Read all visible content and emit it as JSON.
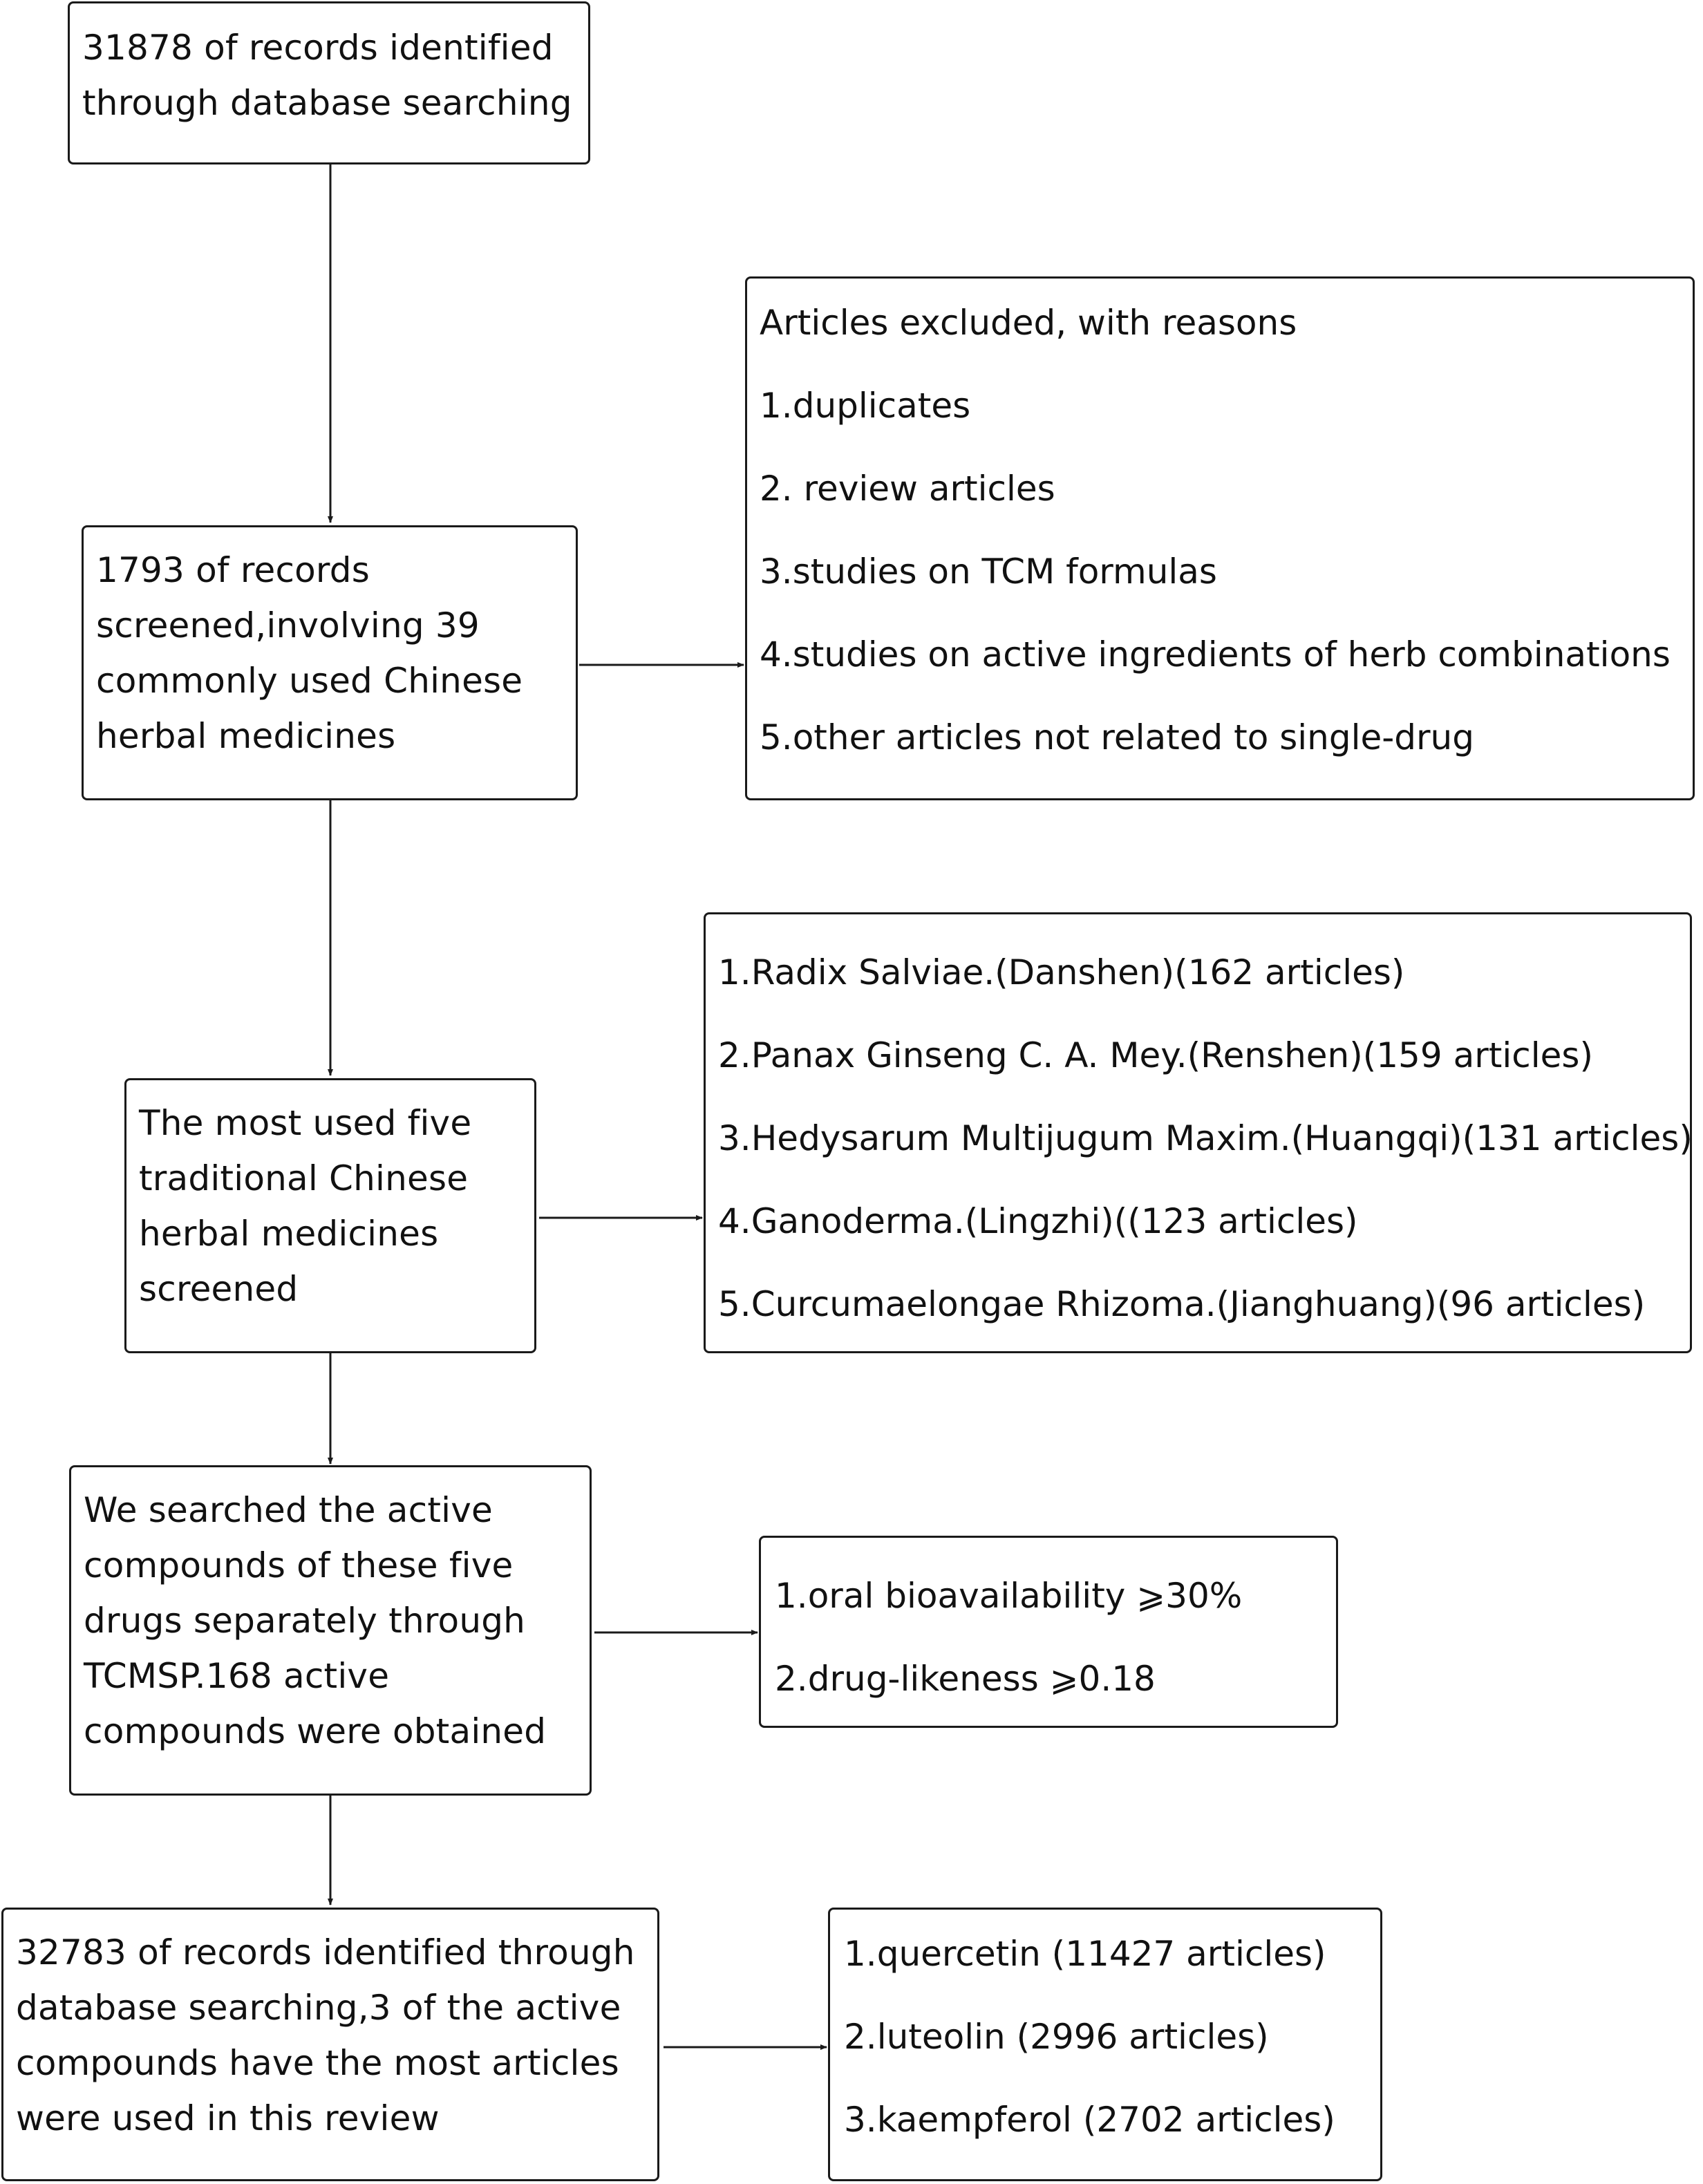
{
  "flowchart": {
    "step1": {
      "lines": [
        "31878 of records identified",
        "through database searching"
      ]
    },
    "step2": {
      "lines": [
        "1793 of records",
        "screened,involving 39",
        "commonly used Chinese",
        "herbal medicines"
      ]
    },
    "step3": {
      "lines": [
        "The most used five",
        "traditional Chinese",
        "herbal medicines",
        "screened"
      ]
    },
    "step4": {
      "lines": [
        "We searched the active",
        "compounds of these five",
        "drugs separately through",
        "TCMSP.168 active",
        "compounds were obtained"
      ]
    },
    "step5": {
      "lines": [
        "32783 of records identified through",
        "database searching,3 of the active",
        "compounds have the most articles",
        "were used in this review"
      ]
    },
    "exclusions": {
      "items": [
        "Articles excluded, with reasons",
        "1.duplicates",
        "2. review articles",
        "3.studies on TCM formulas",
        "4.studies on active ingredients of herb combinations",
        "5.other articles not related to single-drug"
      ]
    },
    "herbs": {
      "items": [
        "1.Radix Salviae.(Danshen)(162 articles)",
        "2.Panax Ginseng C. A. Mey.(Renshen)(159 articles)",
        "3.Hedysarum Multijugum Maxim.(Huangqi)(131 articles)",
        "4.Ganoderma.(Lingzhi)((123 articles)",
        "5.Curcumaelongae Rhizoma.(Jianghuang)(96 articles)"
      ]
    },
    "criteria": {
      "items": [
        "1.oral bioavailability ⩾30%",
        "2.drug-likeness ⩾0.18"
      ]
    },
    "compounds": {
      "items": [
        "1.quercetin (11427 articles)",
        "2.luteolin (2996 articles)",
        "3.kaempferol (2702 articles)"
      ]
    }
  }
}
